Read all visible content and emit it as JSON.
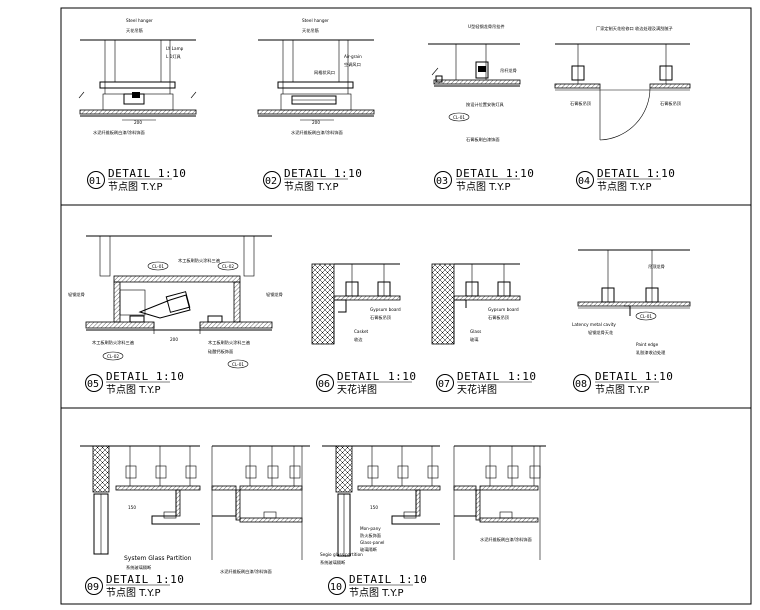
{
  "details": [
    {
      "num": "01",
      "title": "DETAIL 1:10",
      "subtitle": "节点图 T.Y.P",
      "notes": {
        "top": "Steel hanger",
        "top_cn": "天花吊筋",
        "right": "LY Lamp",
        "right_cn": "L 1灯具",
        "dim": "200",
        "bottom": "水泥纤维板刷白漆/涂料饰面"
      }
    },
    {
      "num": "02",
      "title": "DETAIL 1:10",
      "subtitle": "节点图 T.Y.P",
      "notes": {
        "top": "Steel hanger",
        "top_cn": "天花吊筋",
        "right": "Air-grain",
        "right_cn": "空调风口",
        "mid": "网格状风口",
        "dim": "200",
        "bottom": "水泥纤维板刷白漆/涂料饰面"
      }
    },
    {
      "num": "03",
      "title": "DETAIL 1:10",
      "subtitle": "节点图 T.Y.P",
      "notes": {
        "top": "U型轻钢龙骨吊挂件",
        "right": "吊杆龙骨",
        "mid": "按设计位置安装灯具",
        "tag": "CL-01",
        "bottom": "石膏板刷白漆饰面"
      }
    },
    {
      "num": "04",
      "title": "DETAIL 1:10",
      "subtitle": "节点图 T.Y.P",
      "notes": {
        "top": "厂家定制天花检修口 收边处理及满刮腻子",
        "left": "石膏板吊顶",
        "right": "石膏板吊顶"
      }
    },
    {
      "num": "05",
      "title": "DETAIL 1:10",
      "subtitle": "节点图 T.Y.P",
      "notes": {
        "tag1": "CL-01",
        "tag2": "CL-02",
        "tag3": "CL-02",
        "tag4": "CL-01",
        "top": "木工板刷防火涂料三遍",
        "left": "轻钢龙骨",
        "right": "轻钢龙骨",
        "dim": "200",
        "bl": "木工板刷防火涂料三遍",
        "br1": "木工板刷防火涂料三遍",
        "br2": "硅酸钙板饰面"
      }
    },
    {
      "num": "06",
      "title": "DETAIL",
      "scale": "1:10",
      "subtitle": "天花详图",
      "notes": {
        "r1": "Gypsum board",
        "r2": "石膏板吊顶",
        "b1": "Casket",
        "b2": "收边"
      }
    },
    {
      "num": "07",
      "title": "DETAIL",
      "scale": "1:10",
      "subtitle": "天花详图",
      "notes": {
        "r1": "Gypsum board",
        "r2": "石膏板吊顶",
        "b1": "Glass",
        "b2": "玻璃"
      }
    },
    {
      "num": "08",
      "title": "DETAIL 1:10",
      "subtitle": "节点图 T.Y.P",
      "notes": {
        "r1": "吊顶龙骨",
        "l1": "Latency metal cavity",
        "l2": "轻钢龙骨天花",
        "tag": "CL-01",
        "b1": "Paint edge",
        "b2": "乳胶漆收边处理"
      }
    },
    {
      "num": "09",
      "title": "DETAIL 1:10",
      "subtitle": "节点图 T.Y.P",
      "notes": {
        "dim": "150",
        "en": "System Glass Partition",
        "cn": "系统玻璃隔断",
        "br": "水泥纤维板刷白漆/涂料饰面"
      }
    },
    {
      "num": "10",
      "title": "DETAIL 1:10",
      "subtitle": "节点图 T.Y.P",
      "notes": {
        "dim": "150",
        "m1": "Mon-pany",
        "m2": "防火板饰面",
        "m3": "Glass-panel",
        "m4": "玻璃隔断",
        "en": "Segio glass partition",
        "cn": "系统玻璃隔断",
        "br": "水泥纤维板刷白漆/涂料饰面"
      }
    }
  ]
}
